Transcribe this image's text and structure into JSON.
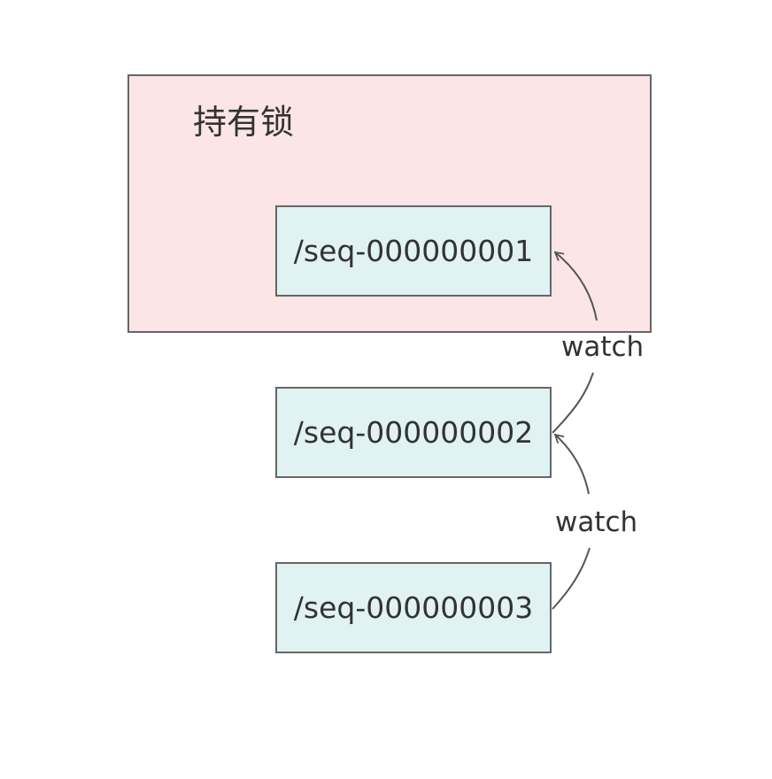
{
  "colors": {
    "lock_region_fill": "#fbe5e6",
    "node_fill": "#e0f2f2",
    "border": "#666666",
    "text": "#333333",
    "arrow": "#555555"
  },
  "lock_region": {
    "title": "持有锁"
  },
  "nodes": [
    {
      "label": "/seq-000000001"
    },
    {
      "label": "/seq-000000002"
    },
    {
      "label": "/seq-000000003"
    }
  ],
  "edges": [
    {
      "from": "/seq-000000002",
      "to": "/seq-000000001",
      "label": "watch"
    },
    {
      "from": "/seq-000000003",
      "to": "/seq-000000002",
      "label": "watch"
    }
  ]
}
